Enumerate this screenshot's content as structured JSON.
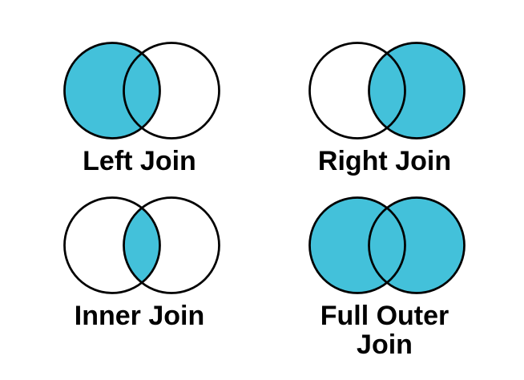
{
  "colors": {
    "highlight": "#43C1DA",
    "empty": "#FFFFFF",
    "stroke": "#000000",
    "background": "#FFFFFF"
  },
  "diagrams": [
    {
      "id": "left-join",
      "label": "Left Join",
      "left_circle_filled": true,
      "right_circle_filled": false,
      "intersection_filled": true
    },
    {
      "id": "right-join",
      "label": "Right Join",
      "left_circle_filled": false,
      "right_circle_filled": true,
      "intersection_filled": true
    },
    {
      "id": "inner-join",
      "label": "Inner Join",
      "left_circle_filled": false,
      "right_circle_filled": false,
      "intersection_filled": true
    },
    {
      "id": "full-outer-join",
      "label": "Full Outer Join",
      "left_circle_filled": true,
      "right_circle_filled": true,
      "intersection_filled": true
    }
  ]
}
